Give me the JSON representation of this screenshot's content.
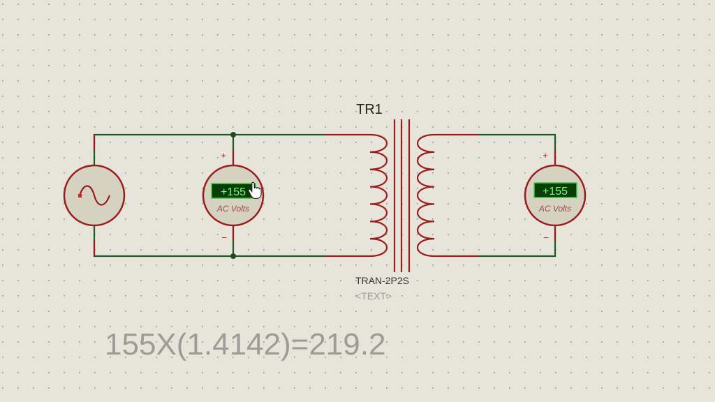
{
  "colors": {
    "background": "#e7e5da",
    "wire": "#1f5a2a",
    "component": "#9a1c1c",
    "display_bg": "#0b3d0b",
    "display_text": "#7cff7c"
  },
  "transformer": {
    "ref": "TR1",
    "model": "TRAN-2P2S",
    "text_placeholder": "<TEXT>"
  },
  "source": {
    "icon": "ac-sine-icon"
  },
  "voltmeter_primary": {
    "reading": "+155",
    "label": "AC Volts",
    "plus": "+",
    "minus": "−"
  },
  "voltmeter_secondary": {
    "reading": "+155",
    "label": "AC Volts",
    "plus": "+",
    "minus": "−"
  },
  "annotation": "155X(1.4142)=219.2"
}
